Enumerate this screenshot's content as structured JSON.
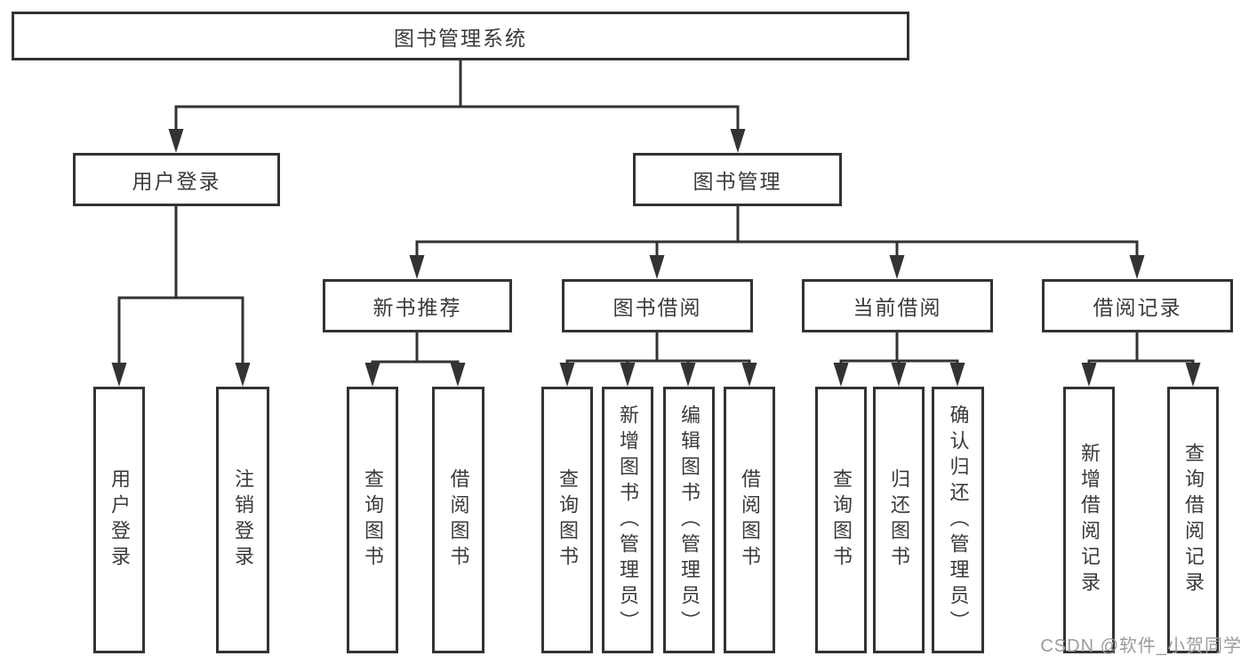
{
  "diagram": {
    "root": {
      "label": "图书管理系统"
    },
    "level2": {
      "user_login": {
        "label": "用户登录"
      },
      "book_management": {
        "label": "图书管理"
      }
    },
    "level3": {
      "new_book_recommend": {
        "label": "新书推荐"
      },
      "book_borrowing": {
        "label": "图书借阅"
      },
      "current_borrowing": {
        "label": "当前借阅"
      },
      "borrowing_records": {
        "label": "借阅记录"
      }
    },
    "leaves": {
      "login_user_login": {
        "label": "用户登录"
      },
      "login_logout": {
        "label": "注销登录"
      },
      "recommend_query_books": {
        "label": "查询图书"
      },
      "recommend_borrow_books": {
        "label": "借阅图书"
      },
      "borrowing_query_books": {
        "label": "查询图书"
      },
      "borrowing_add_books_admin": {
        "label": "新增图书（管理员）"
      },
      "borrowing_edit_books_admin": {
        "label": "编辑图书（管理员）"
      },
      "borrowing_borrow_books": {
        "label": "借阅图书"
      },
      "current_query_books": {
        "label": "查询图书"
      },
      "current_return_books": {
        "label": "归还图书"
      },
      "current_confirm_return_admin": {
        "label": "确认归还（管理员）"
      },
      "records_add_record": {
        "label": "新增借阅记录"
      },
      "records_query_record": {
        "label": "查询借阅记录"
      }
    }
  },
  "watermark": {
    "text": "CSDN @软件_小贺同学"
  },
  "colors": {
    "line": "#333333",
    "text": "#3b3b3b",
    "box_fill": "#ffffff",
    "watermark": "#9b9b9b",
    "background": "#ffffff"
  }
}
